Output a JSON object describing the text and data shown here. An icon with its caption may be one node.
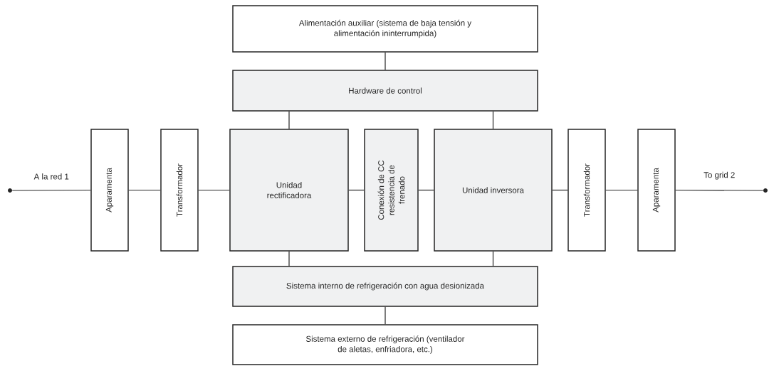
{
  "diagram": {
    "nodes": [
      {
        "text": [
          "Alimentación auxiliar (sistema de baja tensión y alimentación ininterrumpida)"
        ]
      },
      {
        "text": [
          "Hardware de control"
        ]
      },
      {
        "text": [
          "Aparamenta"
        ]
      },
      {
        "text": [
          "Transformador"
        ]
      },
      {
        "text": [
          "Unidad rectificadora"
        ]
      },
      {
        "text": [
          "Conexión de CC resistencia de frenado"
        ]
      },
      {
        "text": [
          "Unidad inversora"
        ]
      },
      {
        "text": [
          "Transformador"
        ]
      },
      {
        "text": [
          "Aparamenta"
        ]
      },
      {
        "text": [
          "Sistema interno de refrigeración con agua desionizada"
        ]
      },
      {
        "text": [
          "Sistema externo de refrigeración (ventilador de aletas, enfriadora, etc.)"
        ]
      },
      {
        "text": [],
        "shape": "circle"
      },
      {
        "text": [],
        "shape": "circle"
      }
    ],
    "edges": [
      {
        "from": 11,
        "to": 2,
        "arrow": "none",
        "label": "A la red 1"
      },
      {
        "from": 2,
        "to": 3,
        "arrow": "none"
      },
      {
        "from": 3,
        "to": 4,
        "arrow": "none"
      },
      {
        "from": 4,
        "to": 5,
        "arrow": "none"
      },
      {
        "from": 5,
        "to": 6,
        "arrow": "none"
      },
      {
        "from": 6,
        "to": 7,
        "arrow": "none"
      },
      {
        "from": 7,
        "to": 8,
        "arrow": "none"
      },
      {
        "from": 8,
        "to": 12,
        "arrow": "none",
        "label": "To grid 2"
      },
      {
        "from": 0,
        "to": 1,
        "arrow": "none"
      },
      {
        "from": 1,
        "to": 4,
        "arrow": "none"
      },
      {
        "from": 1,
        "to": 6,
        "arrow": "none"
      },
      {
        "from": 4,
        "to": 9,
        "arrow": "none"
      },
      {
        "from": 6,
        "to": 9,
        "arrow": "none"
      },
      {
        "from": 9,
        "to": 10,
        "arrow": "none"
      }
    ]
  }
}
